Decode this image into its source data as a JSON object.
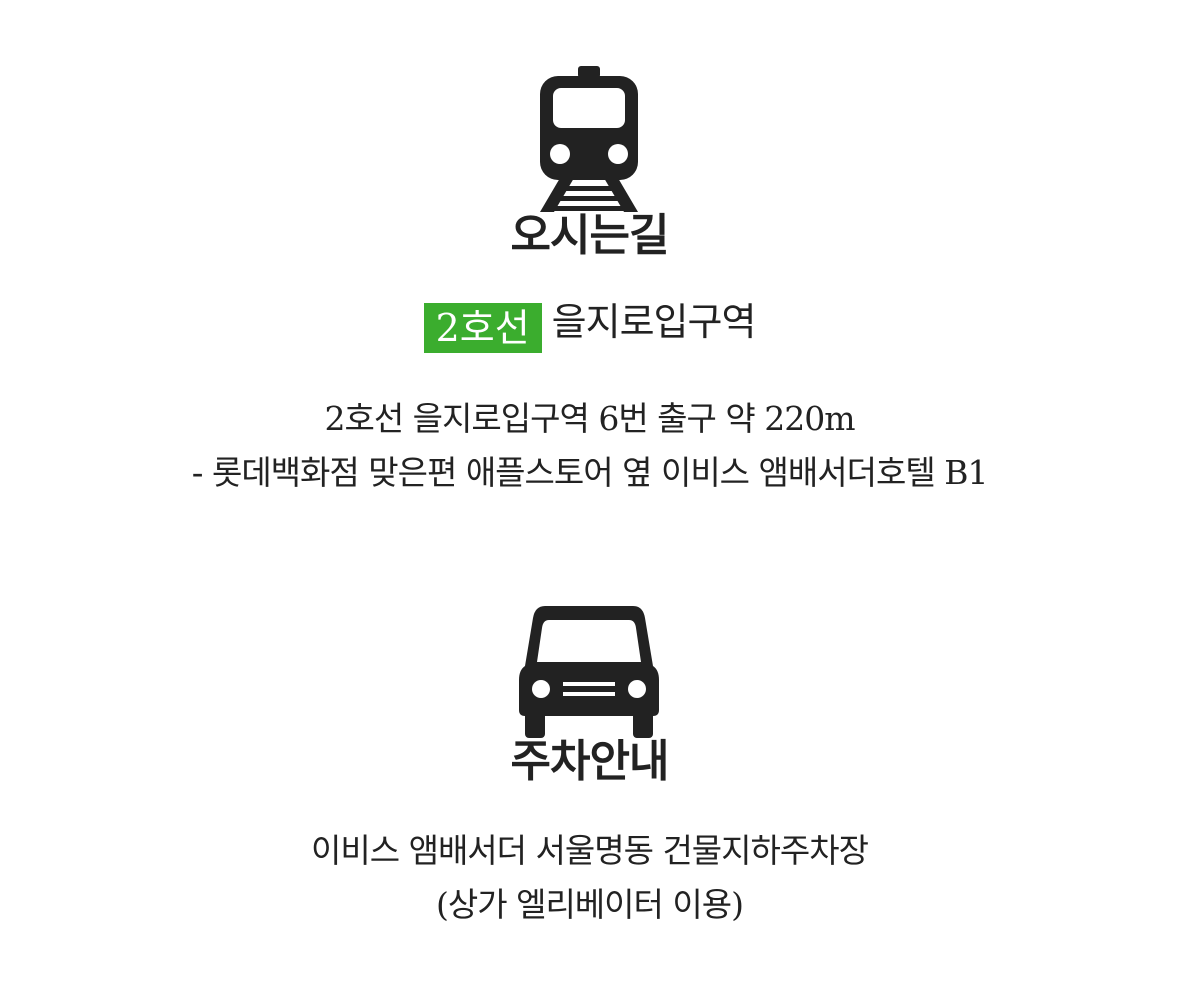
{
  "directions": {
    "icon": "train-icon",
    "title": "오시는길",
    "line_badge": {
      "number": "2",
      "suffix": "호선",
      "color": "#3bad2e"
    },
    "station": "을지로입구역",
    "detail_line1": {
      "num_a": "2",
      "text_a": "호선 을지로입구역 ",
      "num_b": "6",
      "text_b": "번 출구 약 ",
      "num_c": "220m"
    },
    "detail_line2": {
      "text": "- 롯데백화점 맞은편 애플스토어 옆 이비스 앰배서더호텔 ",
      "floor": "B1"
    }
  },
  "parking": {
    "icon": "car-icon",
    "title": "주차안내",
    "line1": "이비스 앰배서더 서울명동 건물지하주차장",
    "line2": {
      "open": "(",
      "text": "상가 엘리베이터 이용",
      "close": ")"
    }
  },
  "colors": {
    "text": "#222222",
    "icon": "#222222",
    "line2_green": "#3bad2e"
  }
}
